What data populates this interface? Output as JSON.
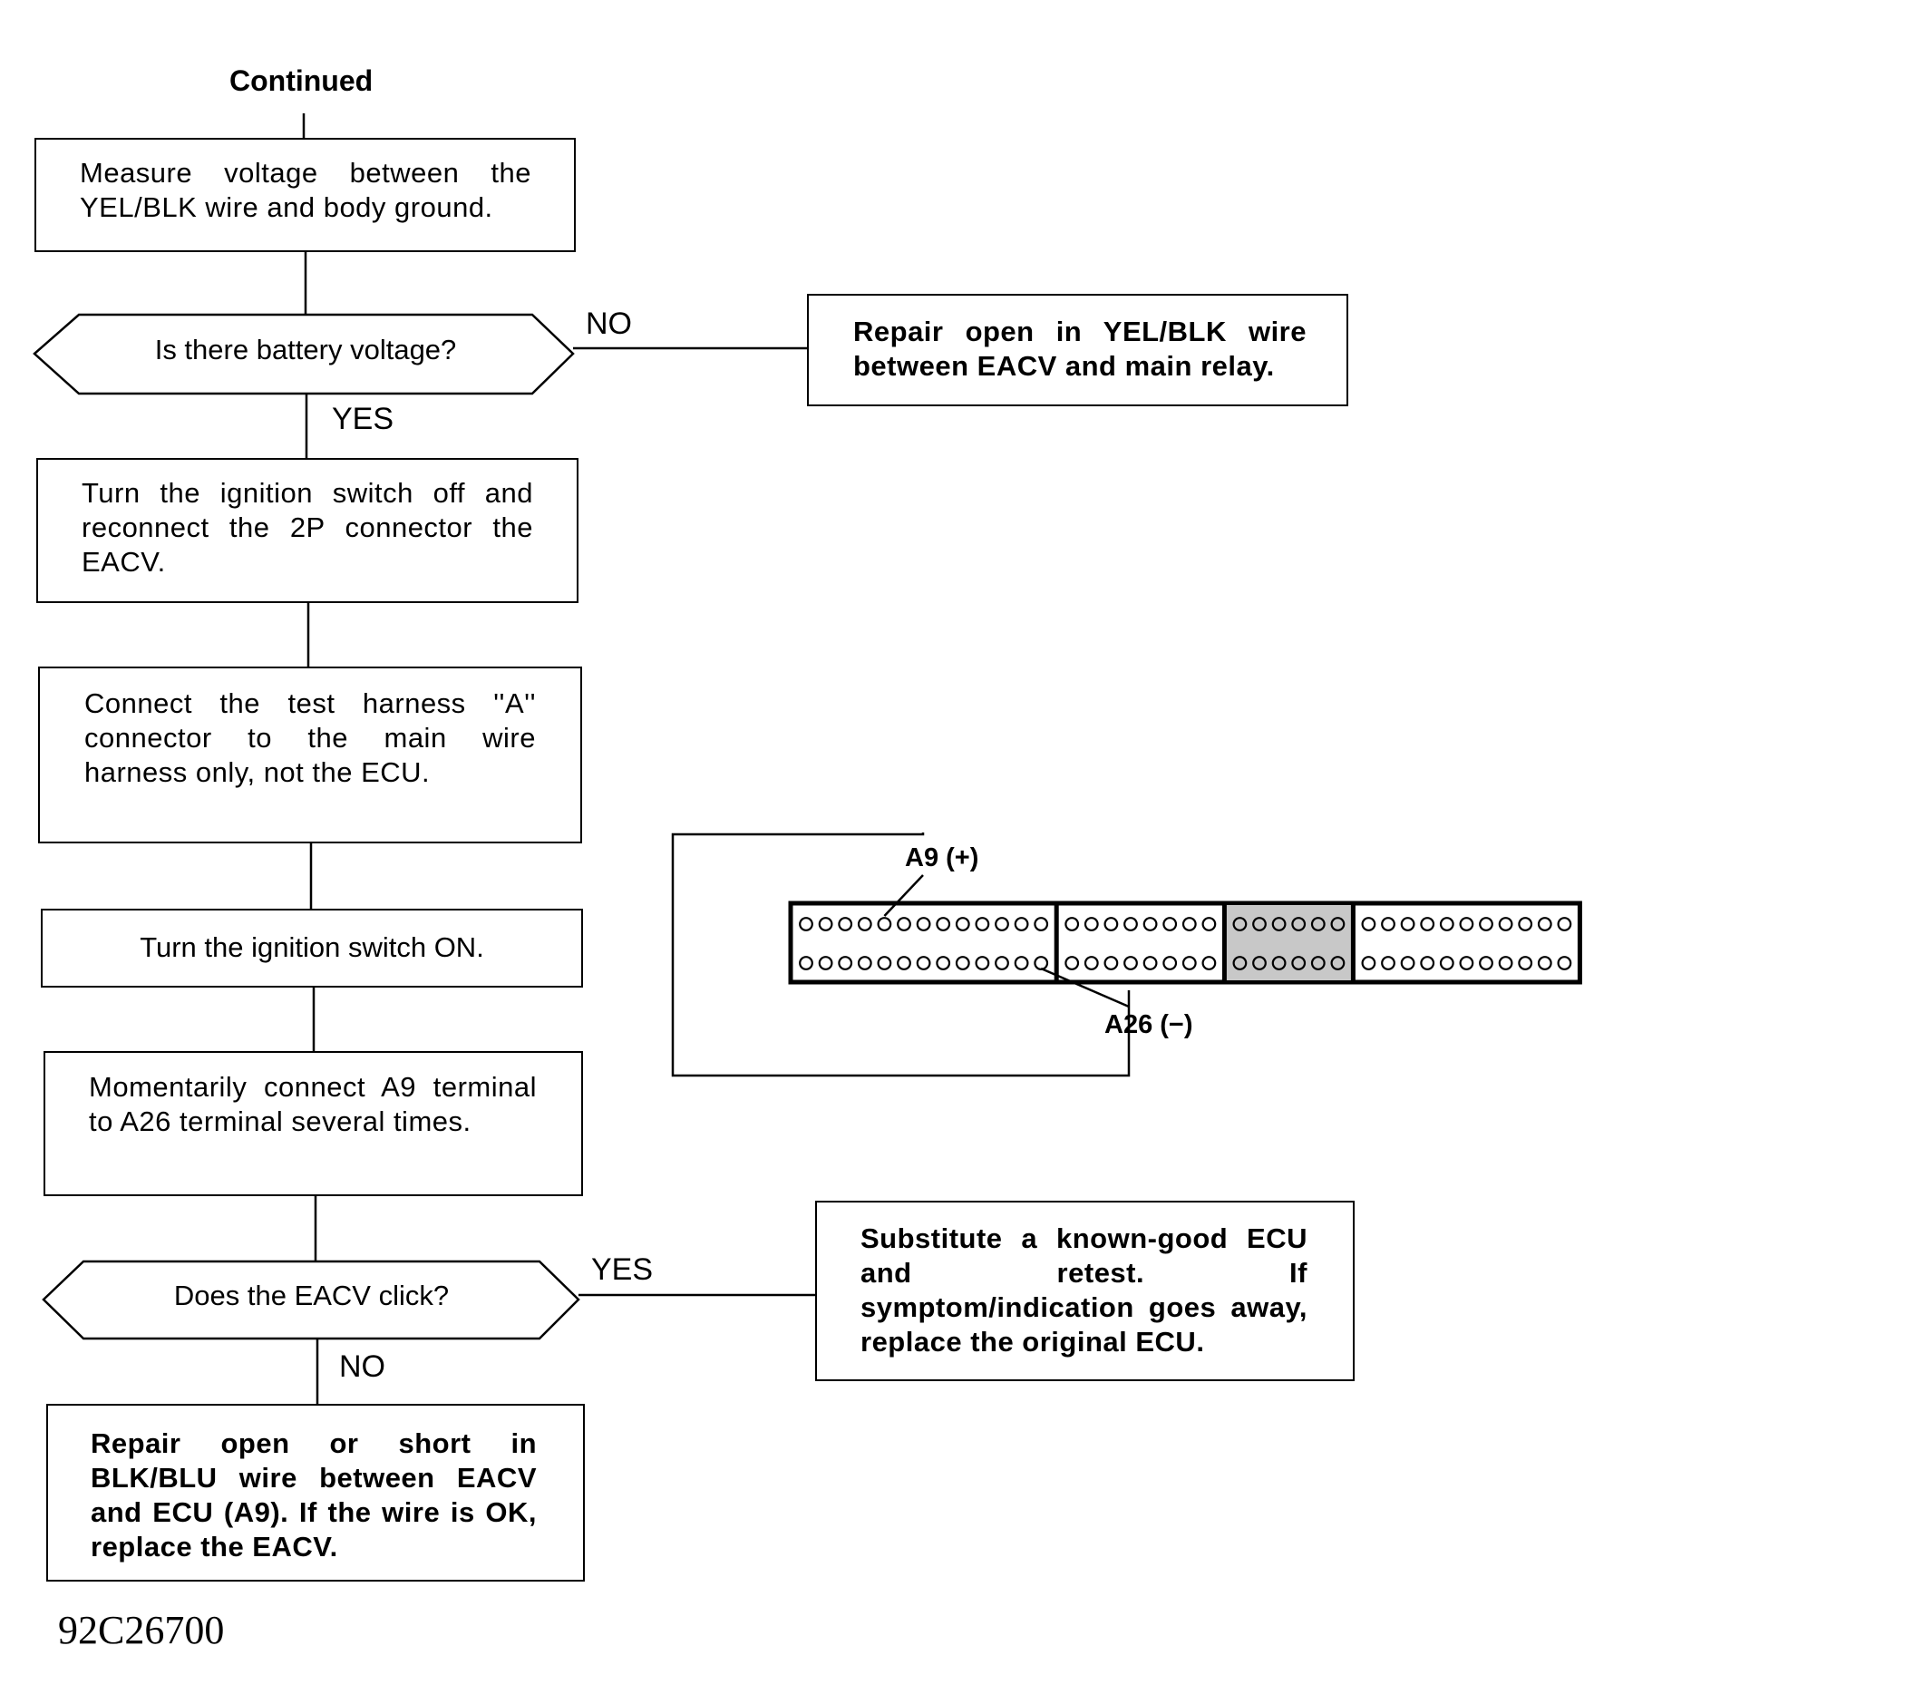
{
  "header": "Continued",
  "steps": {
    "measure_voltage": "Measure voltage between the YEL/BLK wire and body ground.",
    "battery_question": "Is there battery voltage?",
    "repair_yel_blk": "Repair open in YEL/BLK wire between EACV and main relay.",
    "reconnect": "Turn the ignition switch off and reconnect the 2P connector the EACV.",
    "connect_harness": "Connect the test harness ''A'' connector to the main wire harness only, not the ECU.",
    "ignition_on": "Turn the ignition switch ON.",
    "momentary_connect": "Momentarily connect A9 terminal to A26 terminal several times.",
    "click_question": "Does the EACV click?",
    "substitute_ecu": "Substitute a known-good ECU and retest. If symptom/indication goes away, replace the original ECU.",
    "repair_blk_blu": "Repair open or short in BLK/BLU wire between EACV and ECU (A9). If the wire is OK, replace the EACV."
  },
  "branches": {
    "q1_no": "NO",
    "q1_yes": "YES",
    "q2_yes": "YES",
    "q2_no": "NO"
  },
  "connector": {
    "terminal_positive": "A9 (+)",
    "terminal_negative": "A26 (−)",
    "sections": [
      {
        "pins_per_row": 13,
        "shaded": false
      },
      {
        "pins_per_row": 8,
        "shaded": false
      },
      {
        "pins_per_row": 6,
        "shaded": true
      },
      {
        "pins_per_row": 11,
        "shaded": false
      }
    ]
  },
  "figure_code": "92C26700"
}
